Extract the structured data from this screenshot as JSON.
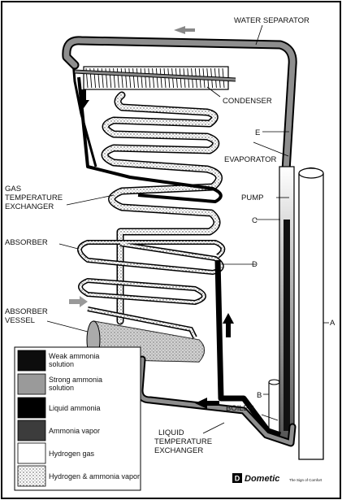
{
  "labels": {
    "water_separator": "WATER SEPARATOR",
    "condenser": "CONDENSER",
    "e": "E",
    "evaporator": "EVAPORATOR",
    "gas_temp_exchanger_1": "GAS",
    "gas_temp_exchanger_2": "TEMPERATURE",
    "gas_temp_exchanger_3": "EXCHANGER",
    "pump": "PUMP",
    "c": "C",
    "absorber": "ABSORBER",
    "d": "D",
    "absorber_vessel_1": "ABSORBER",
    "absorber_vessel_2": "VESSEL",
    "a": "A",
    "b": "B",
    "boiler": "BOILER",
    "liquid_temp_exchanger_1": "LIQUID",
    "liquid_temp_exchanger_2": "TEMPERATURE",
    "liquid_temp_exchanger_3": "EXCHANGER"
  },
  "legend": [
    {
      "lines": [
        "Weak ammonia",
        "solution"
      ],
      "fill": "#0d0d0d"
    },
    {
      "lines": [
        "Strong ammonia",
        "solution"
      ],
      "fill": "#9a9a9a"
    },
    {
      "lines": [
        "Liquid ammonia"
      ],
      "fill": "#000000"
    },
    {
      "lines": [
        "Ammonia vapor"
      ],
      "fill": "#3c3c3c"
    },
    {
      "lines": [
        "Hydrogen gas"
      ],
      "fill": "#ffffff"
    },
    {
      "lines": [
        "Hydrogen & ammonia vapor"
      ],
      "fill": "dotted"
    }
  ],
  "logo": {
    "brand": "Dometic",
    "slogan": "The Sign of Comfort"
  },
  "colors": {
    "weak_solution": "#0d0d0d",
    "strong_solution": "#9a9a9a",
    "liquid_ammonia": "#000000",
    "ammonia_vapor": "#3c3c3c",
    "hydrogen_gas": "#ffffff",
    "arrow_gray": "#8c8c8c"
  }
}
